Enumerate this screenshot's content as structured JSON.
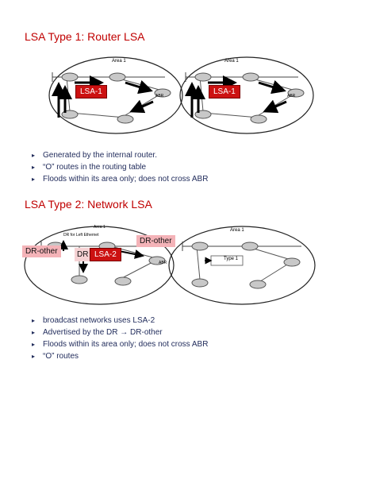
{
  "section1": {
    "title": "LSA Type 1: Router LSA",
    "diagram": {
      "area_left": "Area 1",
      "area_right": "Area 1",
      "lsa_left": "LSA-1",
      "lsa_right": "LSA-1",
      "abr_left": "ABR",
      "abr_right": "ABR"
    },
    "bullets": [
      "Generated by the internal router.",
      "“O” routes in the routing table",
      "Floods within its area only; does not cross ABR"
    ]
  },
  "section2": {
    "title": "LSA Type 2: Network LSA",
    "diagram": {
      "area_left": "Area 1",
      "area_right": "Area 1",
      "dr_caption": "DR for Left Ethernet",
      "dr_other_left": "DR-other",
      "dr_other_right": "DR-other",
      "dr": "DR",
      "lsa": "LSA-2",
      "abr": "ABR",
      "type_label": "Type 1"
    },
    "bullets": [
      "broadcast networks  uses LSA-2",
      "Advertised by the DR → DR-other",
      "Floods within its area only; does not cross ABR",
      "“O” routes"
    ]
  },
  "colors": {
    "heading": "#c00000",
    "text": "#1f2a5a",
    "lsa_box": "#cc1111",
    "dr_other": "#f4b3b8"
  }
}
